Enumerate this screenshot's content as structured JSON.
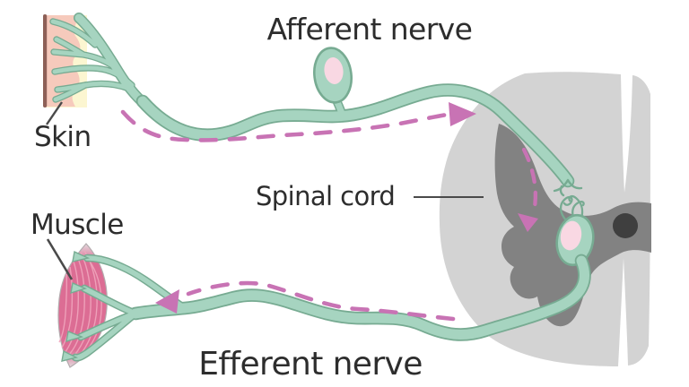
{
  "figure": {
    "labels": {
      "afferent_nerve": "Afferent nerve",
      "spinal_cord": "Spinal cord",
      "skin": "Skin",
      "muscle": "Muscle",
      "efferent_nerve": "Efferent nerve"
    }
  },
  "colors": {
    "background": "#ffffff",
    "nerve_fill": "#a6d4c0",
    "nerve_outline": "#77ab92",
    "soma_nucleus": "#f9d8e3",
    "white_matter": "#d3d3d3",
    "gray_matter": "#828282",
    "central_canal": "#3f3f3f",
    "signal_arrow": "#c873b4",
    "muscle_fill": "#dc6d94",
    "muscle_striation": "#efa5bc",
    "muscle_tendon": "#e3dadd",
    "skin_dermis": "#f6cabc",
    "skin_subcutis": "#fcf6d1",
    "skin_surface_line": "#8e6057",
    "label_text": "#2d2d2d",
    "pointer_line": "#4a4a4a"
  }
}
